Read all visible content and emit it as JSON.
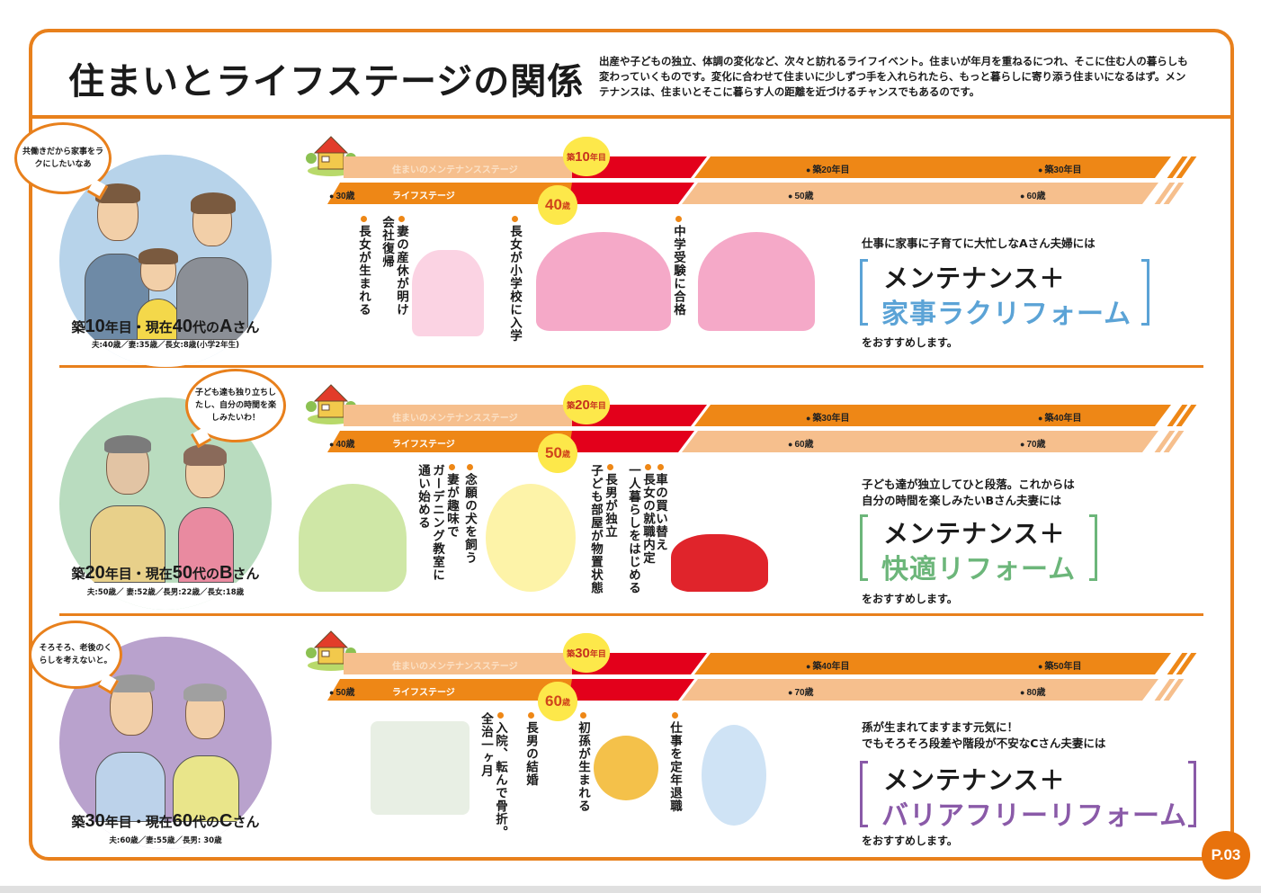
{
  "page": {
    "title": "住まいとライフステージの関係",
    "intro": "出産や子どもの独立、体調の変化など、次々と訪れるライフイベント。住まいが年月を重ねるにつれ、そこに住む人の暮らしも変わっていくものです。変化に合わせて住まいに少しずつ手を入れられたら、もっと暮らしに寄り添う住まいになるはず。メンテナンスは、住まいとそこに暮らす人の距離を近づけるチャンスでもあるのです。",
    "page_number": "P.03",
    "accent_color": "#e8801c"
  },
  "timeline_labels": {
    "maintenance_stage": "住まいのメンテナンスステージ",
    "life_stage": "ライフステージ"
  },
  "sections": [
    {
      "bubble": "共働きだから家事をラクにしたいなあ",
      "persona": {
        "prefix": "築",
        "years": "10",
        "mid": "年目・現在",
        "age": "40",
        "suffix1": "代の",
        "letter": "A",
        "suffix2": "さん",
        "family": "夫:40歳／妻:35歳／長女:8歳(小学2年生)",
        "circle_color": "#b7d3ea"
      },
      "timeline": {
        "start_age": "30歳",
        "current_building": {
          "prefix": "築",
          "num": "10",
          "suffix": "年目"
        },
        "current_age": {
          "num": "40",
          "suffix": "歳"
        },
        "future_building": [
          "築20年目",
          "築30年目"
        ],
        "future_age": [
          "50歳",
          "60歳"
        ]
      },
      "events": [
        "長女が生まれる",
        "妻の産休が明け\n会社復帰",
        "長女が小学校に入学",
        "中学受験に合格"
      ],
      "recommendation": {
        "lead": "仕事に家事に子育てに大忙しなAさん夫婦には",
        "main": "メンテナンス＋",
        "sub": "家事ラクリフォーム",
        "tail": "をおすすめします。",
        "color": "#5ba3d6"
      }
    },
    {
      "bubble": "子ども達も独り立ちしたし、自分の時間を楽しみたいわ！",
      "persona": {
        "prefix": "築",
        "years": "20",
        "mid": "年目・現在",
        "age": "50",
        "suffix1": "代の",
        "letter": "B",
        "suffix2": "さん",
        "family": "夫:50歳／ 妻:52歳／長男:22歳／長女:18歳",
        "circle_color": "#b9dcbf"
      },
      "timeline": {
        "start_age": "40歳",
        "current_building": {
          "prefix": "築",
          "num": "20",
          "suffix": "年目"
        },
        "current_age": {
          "num": "50",
          "suffix": "歳"
        },
        "future_building": [
          "築30年目",
          "築40年目"
        ],
        "future_age": [
          "60歳",
          "70歳"
        ]
      },
      "events": [
        "妻が趣味で\nガーデニング教室に\n通い始める",
        "念願の犬を飼う",
        "長男が独立\n子ども部屋が物置状態",
        "長女の就職内定\n一人暮らしをはじめる",
        "車の買い替え"
      ],
      "recommendation": {
        "lead": "子ども達が独立してひと段落。これからは\n自分の時間を楽しみたいBさん夫妻には",
        "main": "メンテナンス＋",
        "sub": "快適リフォーム",
        "tail": "をおすすめします。",
        "color": "#6cb67a"
      }
    },
    {
      "bubble": "そろそろ、老後のくらしを考えないと。",
      "persona": {
        "prefix": "築",
        "years": "30",
        "mid": "年目・現在",
        "age": "60",
        "suffix1": "代の",
        "letter": "C",
        "suffix2": "さん",
        "family": "夫:60歳／妻:55歳／長男: 30歳",
        "circle_color": "#b9a2cd"
      },
      "timeline": {
        "start_age": "50歳",
        "current_building": {
          "prefix": "築",
          "num": "30",
          "suffix": "年目"
        },
        "current_age": {
          "num": "60",
          "suffix": "歳"
        },
        "future_building": [
          "築40年目",
          "築50年目"
        ],
        "future_age": [
          "70歳",
          "80歳"
        ]
      },
      "events": [
        "入院、転んで骨折。\n全治一ヶ月",
        "長男の結婚",
        "初孫が生まれる",
        "仕事を定年退職"
      ],
      "recommendation": {
        "lead": "孫が生まれてますます元気に！\nでもそろそろ段差や階段が不安なCさん夫妻には",
        "main": "メンテナンス＋",
        "sub": "バリアフリーリフォーム",
        "tail": "をおすすめします。",
        "color": "#8a5aa8"
      }
    }
  ]
}
